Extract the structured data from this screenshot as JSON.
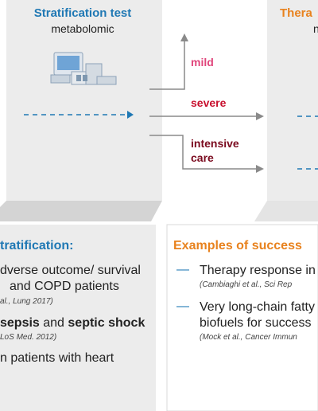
{
  "colors": {
    "blue": "#1f78b4",
    "orange": "#e8821e",
    "mild": "#e0457b",
    "severe": "#c8102e",
    "intensive": "#7a0a1e",
    "panel": "#ececec",
    "gray_arrow": "#8a8a8a"
  },
  "left_panel": {
    "title": "Stratification test",
    "subtitle": "metabolomic",
    "icon": "lab-instrument-icon"
  },
  "right_panel": {
    "title": "Thera",
    "subtitle": "n"
  },
  "outcomes": {
    "mild": "mild",
    "severe": "severe",
    "intensive_line1": "intensive",
    "intensive_line2": "care"
  },
  "bottom_left": {
    "heading": "tratification:",
    "item1_line1": "dverse outcome/ survival",
    "item1_line2": "and COPD patients",
    "item1_cite": "al., Lung 2017)",
    "item2_bold1": "sepsis",
    "item2_mid": " and ",
    "item2_bold2": "septic shock",
    "item2_cite": "LoS Med. 2012)",
    "item3_line1": "n patients with heart"
  },
  "bottom_right": {
    "heading": "Examples of success",
    "item1_dash": "—",
    "item1_text": "Therapy response in",
    "item1_cite": "(Cambiaghi et al., Sci Rep",
    "item2_dash": "—",
    "item2_line1": "Very long-chain fatty",
    "item2_line2": "biofuels for success",
    "item2_cite": "(Mock et al., Cancer Immun"
  }
}
